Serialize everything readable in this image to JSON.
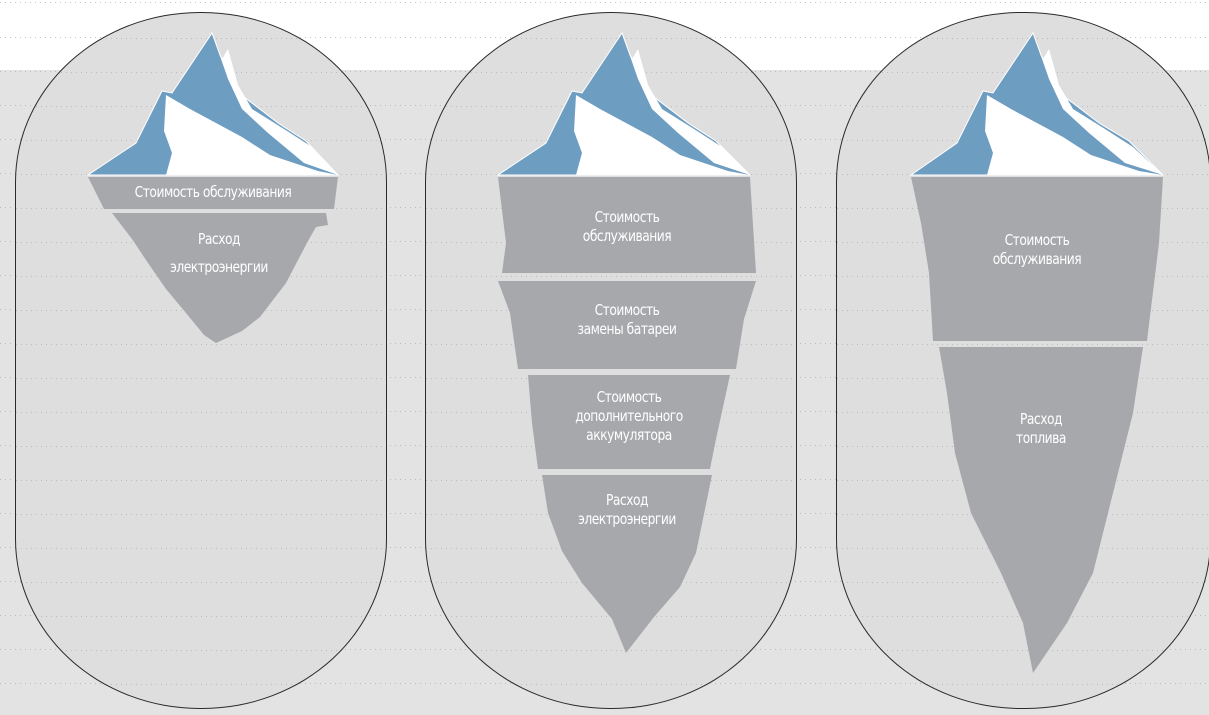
{
  "colors": {
    "snow": "#ffffff",
    "ice_shadow": "#6e9dc2",
    "underwater": "#a7a8ac",
    "panel_fill": "#dedede",
    "panel_stroke": "#2a2a2a"
  },
  "icebergs": [
    {
      "layers": [
        "Стоимость обслуживания",
        "Расход\nэлектроэнергии"
      ]
    },
    {
      "layers": [
        "Стоимость\nобслуживания",
        "Стоимость\nзамены батареи",
        "Стоимость\nдополнительного\nаккумулятора",
        "Расход\nэлектроэнергии"
      ]
    },
    {
      "layers": [
        "Стоимость\nобслуживания",
        "Расход\nтоплива"
      ]
    }
  ]
}
